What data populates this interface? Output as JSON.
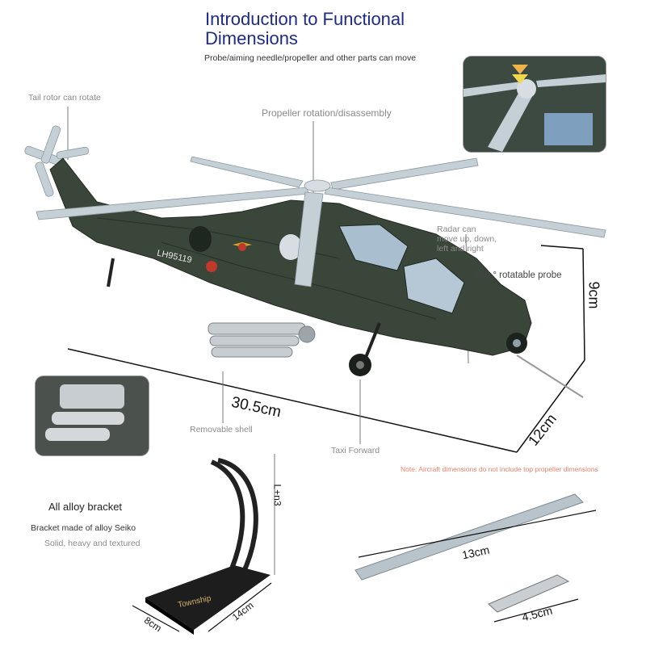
{
  "header": {
    "title": "Introduction to Functional Dimensions",
    "subtitle": "Probe/aiming needle/propeller and other parts can move"
  },
  "callouts": {
    "tail_rotor": "Tail rotor can rotate",
    "propeller": "Propeller rotation/disassembly",
    "radar": [
      "Radar can",
      "move up, down,",
      "left and right"
    ],
    "probe": "360 ° rotatable probe",
    "shell": "Removable shell",
    "taxi": "Taxi Forward"
  },
  "model": {
    "tail_number": "LH95119"
  },
  "dimensions": {
    "length": "30.5cm",
    "height": "9cm",
    "width": "12cm",
    "note": "Note: Aircraft dimensions do not include top propeller dimensions",
    "blade_length": "13cm",
    "missile_length": "4.5cm",
    "bracket_height": "L+n3",
    "bracket_depth": "8cm",
    "bracket_width": "14cm"
  },
  "bracket": {
    "heading": "All alloy bracket",
    "line1": "Bracket made of alloy Seiko",
    "line2": "Solid, heavy and textured",
    "base_label": "Township"
  },
  "colors": {
    "title": "#1e2a8a",
    "body": "#3a4639",
    "rotor": "#c5cfd6",
    "note": "#e8836f"
  }
}
